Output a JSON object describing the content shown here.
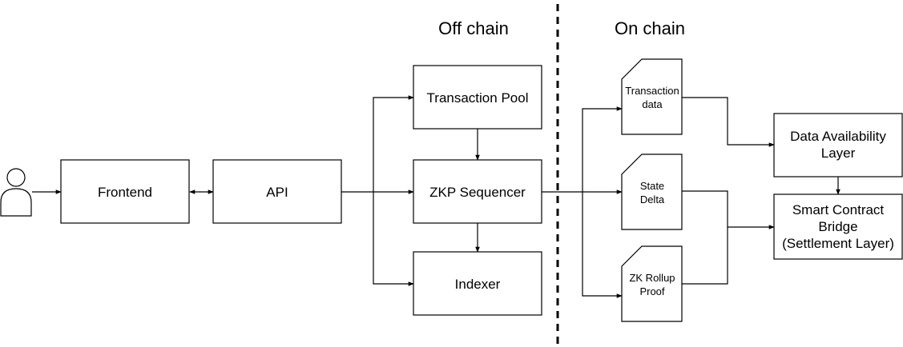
{
  "headers": {
    "off_chain": "Off chain",
    "on_chain": "On chain"
  },
  "nodes": {
    "user": {
      "icon": "user-icon"
    },
    "frontend": {
      "label": "Frontend"
    },
    "api": {
      "label": "API"
    },
    "transaction_pool": {
      "label": "Transaction Pool"
    },
    "zkp_sequencer": {
      "label": "ZKP Sequencer"
    },
    "indexer": {
      "label": "Indexer"
    },
    "transaction_data": {
      "lines": [
        "Transaction",
        "data"
      ]
    },
    "state_delta": {
      "lines": [
        "State",
        "Delta"
      ]
    },
    "zk_rollup_proof": {
      "lines": [
        "ZK Rollup",
        "Proof"
      ]
    },
    "data_availability": {
      "lines": [
        "Data Availability",
        "Layer"
      ]
    },
    "settlement": {
      "lines": [
        "Smart Contract",
        "Bridge",
        "(Settlement Layer)"
      ]
    }
  },
  "edges": [
    {
      "from": "user",
      "to": "frontend"
    },
    {
      "from": "frontend",
      "to": "api",
      "bidirectional": true
    },
    {
      "from": "api",
      "to": "transaction_pool"
    },
    {
      "from": "api",
      "to": "zkp_sequencer"
    },
    {
      "from": "api",
      "to": "indexer"
    },
    {
      "from": "transaction_pool",
      "to": "zkp_sequencer"
    },
    {
      "from": "zkp_sequencer",
      "to": "indexer"
    },
    {
      "from": "zkp_sequencer",
      "to": "transaction_data"
    },
    {
      "from": "zkp_sequencer",
      "to": "state_delta"
    },
    {
      "from": "zkp_sequencer",
      "to": "zk_rollup_proof"
    },
    {
      "from": "transaction_data",
      "to": "data_availability"
    },
    {
      "from": "state_delta",
      "to": "settlement"
    },
    {
      "from": "zk_rollup_proof",
      "to": "settlement"
    },
    {
      "from": "data_availability",
      "to": "settlement"
    }
  ]
}
